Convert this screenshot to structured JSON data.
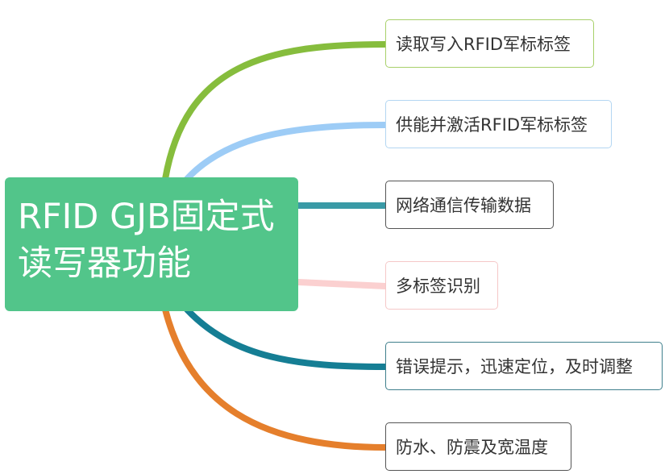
{
  "mindmap": {
    "central": {
      "line1": "RFID GJB固定式",
      "line2": "读写器功能",
      "color": "#52c58a"
    },
    "branches": [
      {
        "label": "读取写入RFID军标标签",
        "color": "#86bd3d",
        "border": "#a8d06a"
      },
      {
        "label": "供能并激活RFID军标标签",
        "color": "#9dccf6",
        "border": "#b3d6f2"
      },
      {
        "label": "网络通信传输数据",
        "color": "#3a9aa6",
        "border": "#555555"
      },
      {
        "label": "多标签识别",
        "color": "#fbd0d0",
        "border": "#f5c8c8"
      },
      {
        "label": "错误提示，迅速定位，及时调整",
        "color": "#157e94",
        "border": "#3f7f8c"
      },
      {
        "label": "防水、防震及宽温度",
        "color": "#e57f2c",
        "border": "#555555"
      }
    ]
  }
}
